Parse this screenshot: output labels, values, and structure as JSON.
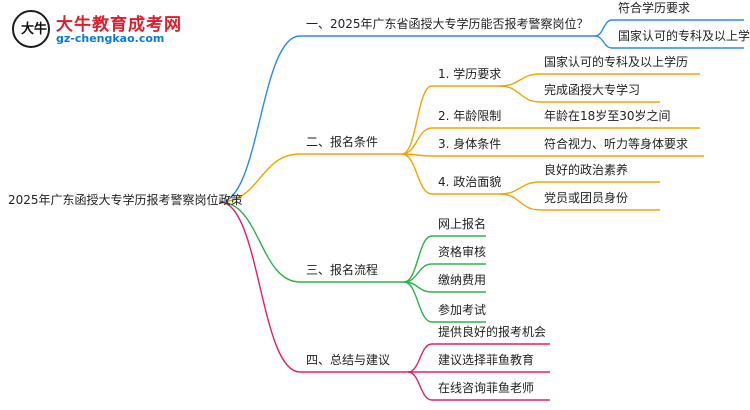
{
  "logo": {
    "badge_text": "大牛",
    "title": "大牛教育成考网",
    "url": "gz-chengkao.com"
  },
  "mindmap": {
    "root": "2025年广东函授大专学历报考警察岗位政策",
    "branches": [
      {
        "label": "一、2025年广东省函授大专学历能否报考警察岗位？",
        "color": "#2b8be8",
        "children": [
          {
            "label": "符合学历要求",
            "children": []
          },
          {
            "label": "国家认可的专科及以上学历",
            "children": []
          }
        ]
      },
      {
        "label": "二、报名条件",
        "color": "#f0a500",
        "children": [
          {
            "label": "1. 学历要求",
            "children": [
              "国家认可的专科及以上学历",
              "完成函授大专学习"
            ]
          },
          {
            "label": "2. 年龄限制",
            "children": [
              "年龄在18岁至30岁之间"
            ]
          },
          {
            "label": "3. 身体条件",
            "children": [
              "符合视力、听力等身体要求"
            ]
          },
          {
            "label": "4. 政治面貌",
            "children": [
              "良好的政治素养",
              "党员或团员身份"
            ]
          }
        ]
      },
      {
        "label": "三、报名流程",
        "color": "#2db34a",
        "children": [
          {
            "label": "网上报名",
            "children": []
          },
          {
            "label": "资格审核",
            "children": []
          },
          {
            "label": "缴纳费用",
            "children": []
          },
          {
            "label": "参加考试",
            "children": []
          }
        ]
      },
      {
        "label": "四、总结与建议",
        "color": "#e0206a",
        "children": [
          {
            "label": "提供良好的报考机会",
            "children": []
          },
          {
            "label": "建议选择菲鱼教育",
            "children": []
          },
          {
            "label": "在线咨询菲鱼老师",
            "children": []
          }
        ]
      }
    ]
  }
}
